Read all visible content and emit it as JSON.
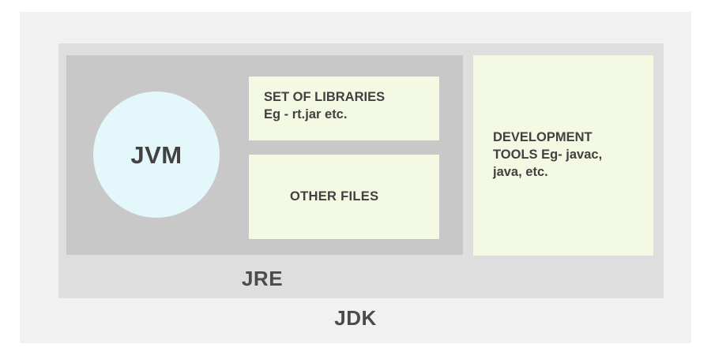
{
  "diagram": {
    "title": "JDK / JRE / JVM architecture",
    "type": "nested-containment-diagram",
    "colors": {
      "page_background": "#ffffff",
      "jdk_background": "#f1f1f1",
      "jre_background": "#dedede",
      "jvm_group_background": "#c8c8c8",
      "component_box_background": "#f3f9e3",
      "jvm_circle_background": "#e4f8fc",
      "text": "#414141",
      "container_label_text": "#4b4b4b"
    },
    "containers": {
      "jdk": {
        "label": "JDK",
        "label_position": "bottom-center"
      },
      "jre": {
        "label": "JRE",
        "label_position": "bottom-center"
      },
      "jvm_group": {
        "label": ""
      }
    },
    "components": {
      "jvm": {
        "label": "JVM",
        "shape": "circle"
      },
      "libraries": {
        "line1": "SET OF LIBRARIES",
        "line2": "Eg - rt.jar etc.",
        "shape": "rectangle"
      },
      "other_files": {
        "label": "OTHER FILES",
        "shape": "rectangle"
      },
      "development_tools": {
        "line1": "DEVELOPMENT",
        "line2": "TOOLS Eg- javac,",
        "line3": "java, etc.",
        "shape": "rectangle"
      }
    }
  }
}
